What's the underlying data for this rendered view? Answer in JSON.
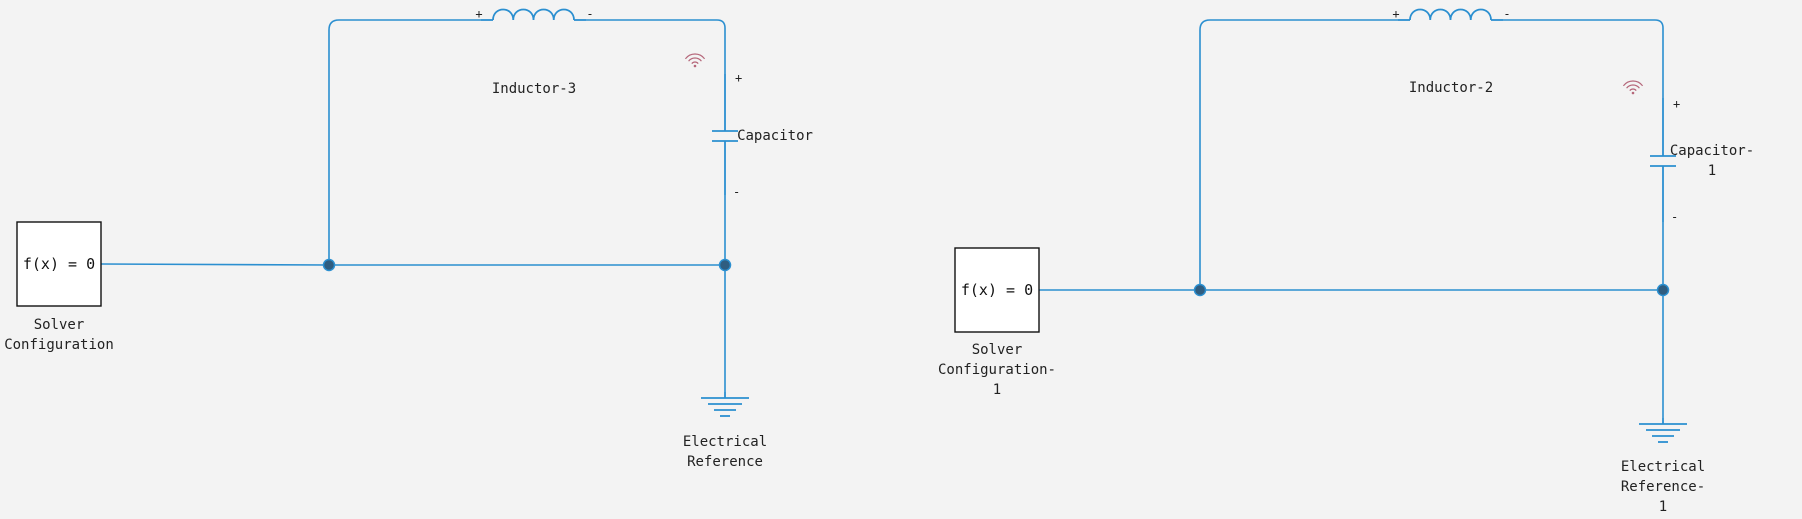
{
  "circuits": [
    {
      "solver": {
        "expr": "f(x) = 0",
        "label_lines": [
          "Solver",
          "Configuration"
        ]
      },
      "inductor": {
        "label": "Inductor-3",
        "plus": "+",
        "minus": "-"
      },
      "capacitor": {
        "label_lines": [
          "Capacitor"
        ],
        "plus": "+",
        "minus": "-"
      },
      "reference": {
        "label_lines": [
          "Electrical",
          "Reference"
        ]
      }
    },
    {
      "solver": {
        "expr": "f(x) = 0",
        "label_lines": [
          "Solver",
          "Configuration-",
          "1"
        ]
      },
      "inductor": {
        "label": "Inductor-2",
        "plus": "+",
        "minus": "-"
      },
      "capacitor": {
        "label_lines": [
          "Capacitor-",
          "1"
        ],
        "plus": "+",
        "minus": "-"
      },
      "reference": {
        "label_lines": [
          "Electrical",
          "Reference-",
          "1"
        ]
      }
    }
  ],
  "colors": {
    "wire": "#2b8fd0",
    "node": "#2f5d80",
    "background": "#f3f3f3",
    "signal_icon": "#b5677a"
  },
  "icons": [
    "signal-logging-icon",
    "ground-icon",
    "inductor-icon",
    "capacitor-icon"
  ]
}
